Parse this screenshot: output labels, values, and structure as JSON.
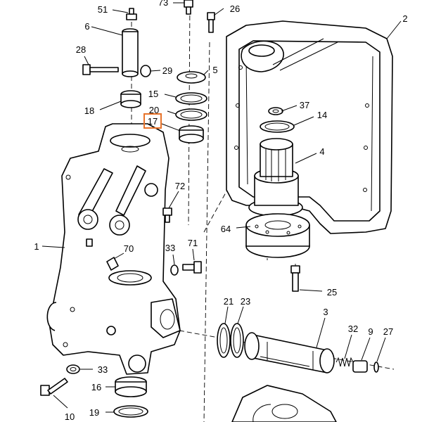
{
  "labels": {
    "p73": "73",
    "p51": "51",
    "p26": "26",
    "p2": "2",
    "p6": "6",
    "p28": "28",
    "p29": "29",
    "p5": "5",
    "p15": "15",
    "p18": "18",
    "p20": "20",
    "p37": "37",
    "p14": "14",
    "p17": "17",
    "p4": "4",
    "p72": "72",
    "p64": "64",
    "p1": "1",
    "p33a": "33",
    "p71": "71",
    "p70": "70",
    "p25": "25",
    "p21": "21",
    "p23": "23",
    "p3": "3",
    "p32": "32",
    "p9": "9",
    "p27": "27",
    "p33b": "33",
    "p16": "16",
    "p10": "10",
    "p19": "19"
  },
  "highlight": {
    "label": "17",
    "color": "#e8732a"
  }
}
